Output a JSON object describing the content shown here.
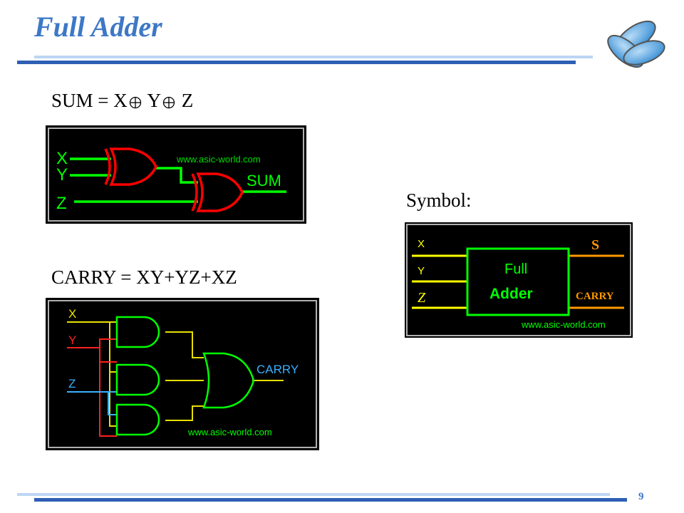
{
  "slide": {
    "title": "Full Adder",
    "page_number": "9"
  },
  "sum_formula": {
    "lhs": "SUM = X",
    "mid": " Y",
    "end": " Z"
  },
  "carry_formula": "CARRY = XY+YZ+XZ",
  "symbol_heading": "Symbol:",
  "sum_circuit": {
    "inputs": [
      "X",
      "Y",
      "Z"
    ],
    "output": "SUM",
    "watermark": "www.asic-world.com"
  },
  "carry_circuit": {
    "inputs": [
      "X",
      "Y",
      "Z"
    ],
    "output": "CARRY",
    "watermark": "www.asic-world.com"
  },
  "symbol_block": {
    "inputs": [
      "X",
      "Y",
      "Z"
    ],
    "block_line1": "Full",
    "block_line2": "Adder",
    "outputs": [
      "S",
      "CARRY"
    ],
    "watermark": "www.asic-world.com"
  },
  "colors": {
    "accent": "#3d78c6",
    "wire_green": "#00ff00",
    "gate_red": "#ff0000",
    "wire_yellow": "#ffff00",
    "wire_red": "#ff2020",
    "wire_cyan": "#3ab0ff",
    "carry_orange": "#ff9900",
    "panel_bg": "#000000"
  }
}
